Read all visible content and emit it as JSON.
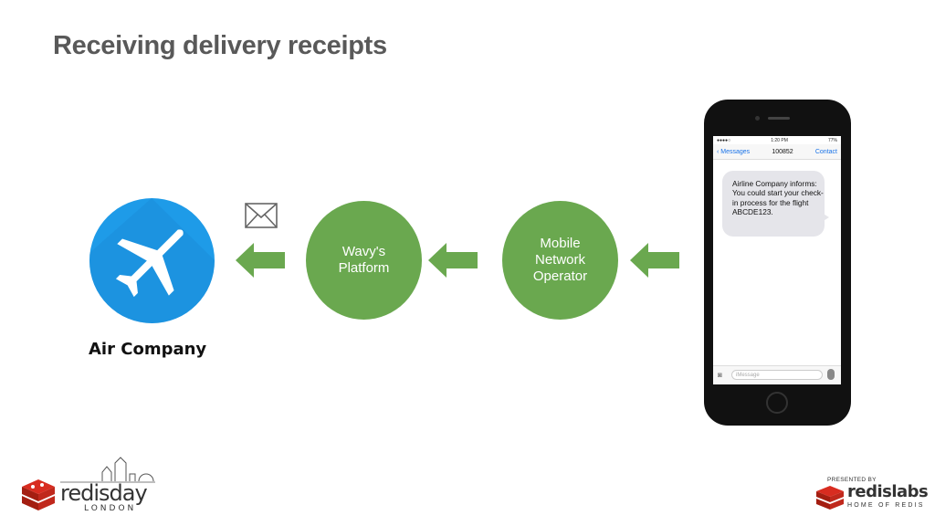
{
  "slide": {
    "title": "Receiving delivery receipts"
  },
  "diagram": {
    "air_company_label": "Air Company",
    "nodes": [
      {
        "label": "Wavy's\nPlatform"
      },
      {
        "label": "Mobile\nNetwork\nOperator"
      }
    ],
    "colors": {
      "node_green": "#6aa84f",
      "arrow_green": "#6aa84f",
      "plane_blue": "#1e9be8"
    },
    "icons": [
      "airplane-icon",
      "envelope-icon",
      "arrow-left-icon"
    ]
  },
  "phone": {
    "status_time": "1:20 PM",
    "status_battery": "77%",
    "back_label": "Messages",
    "contact_number": "100852",
    "contact_label": "Contact",
    "message_text": "Airline Company informs: You could start your check-in process for the flight ABCDE123.",
    "input_placeholder": "iMessage"
  },
  "footer": {
    "event_logo_main": "redisday",
    "event_logo_sub": "LONDON",
    "presented_by": "PRESENTED BY",
    "sponsor_logo_main": "redislabs",
    "sponsor_logo_sub": "HOME OF REDIS"
  }
}
